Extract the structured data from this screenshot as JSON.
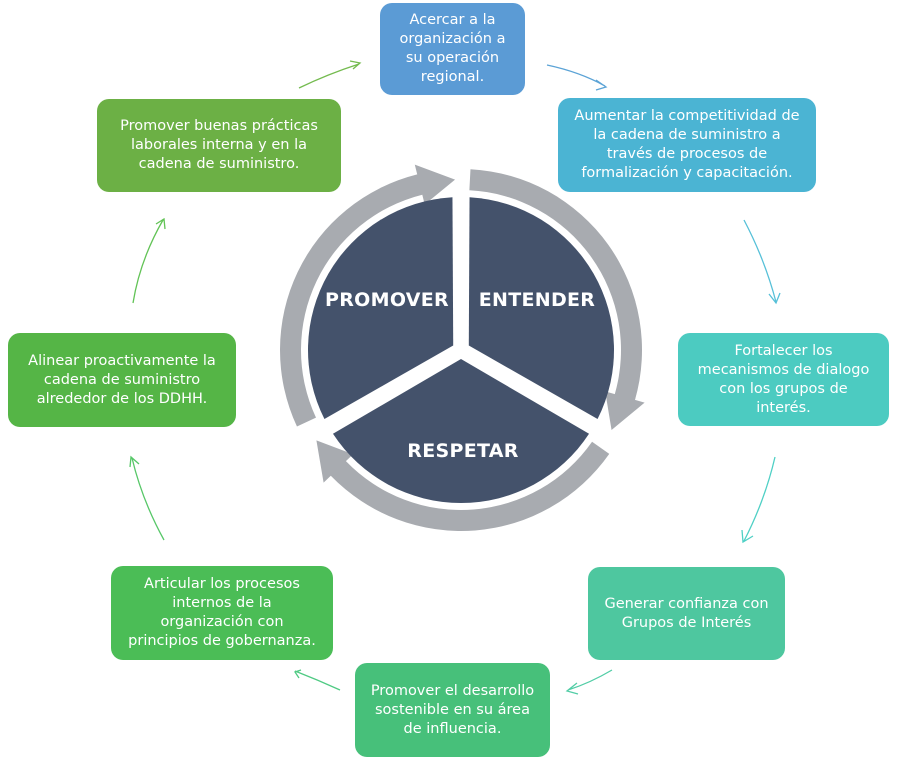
{
  "title": "Ciclo de Derechos Humanos en la cadena de suministro",
  "center": {
    "segments": [
      {
        "label": "PROMOVER"
      },
      {
        "label": "ENTENDER"
      },
      {
        "label": "RESPETAR"
      }
    ],
    "colors": {
      "segment_fill": "#44526b",
      "ring": "#a8abb0"
    }
  },
  "steps": [
    {
      "text": "Acercar a la\norganización a\nsu operación\nregional.",
      "color": "#5b9bd5"
    },
    {
      "text": "Aumentar la competitividad de\nla cadena de suministro a\ntravés de procesos de\nformalización y capacitación.",
      "color": "#4bb4d3"
    },
    {
      "text": "Fortalecer los\nmecanismos de dialogo\ncon los grupos de\ninterés.",
      "color": "#4ccbc1"
    },
    {
      "text": "Generar confianza con\nGrupos de Interés",
      "color": "#4ec79f"
    },
    {
      "text": "Promover el desarrollo\nsostenible en su área\nde influencia.",
      "color": "#47c07a"
    },
    {
      "text": "Articular los procesos\ninternos de la\norganización con\nprincipios de gobernanza.",
      "color": "#4bbd56"
    },
    {
      "text": "Alinear proactivamente la\ncadena de suministro\nalrededor de los DDHH.",
      "color": "#55b546"
    },
    {
      "text": "Promover buenas prácticas\nlaborales interna y en la\ncadena de suministro.",
      "color": "#6cb045"
    }
  ],
  "connector_colors": [
    "#5ba3d6",
    "#56c0d8",
    "#4fd0c5",
    "#52cda6",
    "#4fca83",
    "#57c768",
    "#62c356",
    "#74bb4f"
  ]
}
